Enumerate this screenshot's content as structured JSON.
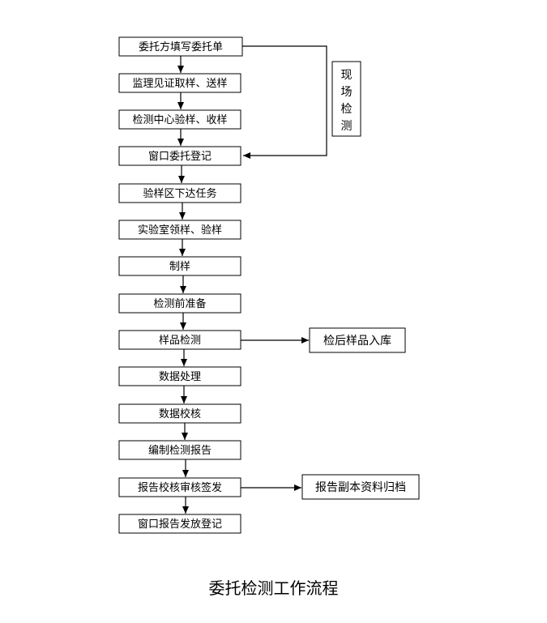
{
  "steps": [
    "委托方填写委托单",
    "监理见证取样、送样",
    "检测中心验样、收样",
    "窗口委托登记",
    "验样区下达任务",
    "实验室领样、验样",
    "制样",
    "检测前准备",
    "样品检测",
    "数据处理",
    "数据校核",
    "编制检测报告",
    "报告校核审核签发",
    "窗口报告发放登记"
  ],
  "side_boxes": {
    "onsite": [
      "现",
      "场",
      "检",
      "测"
    ],
    "storage": "检后样品入库",
    "archive": "报告副本资料归档"
  },
  "caption": "委托检测工作流程"
}
